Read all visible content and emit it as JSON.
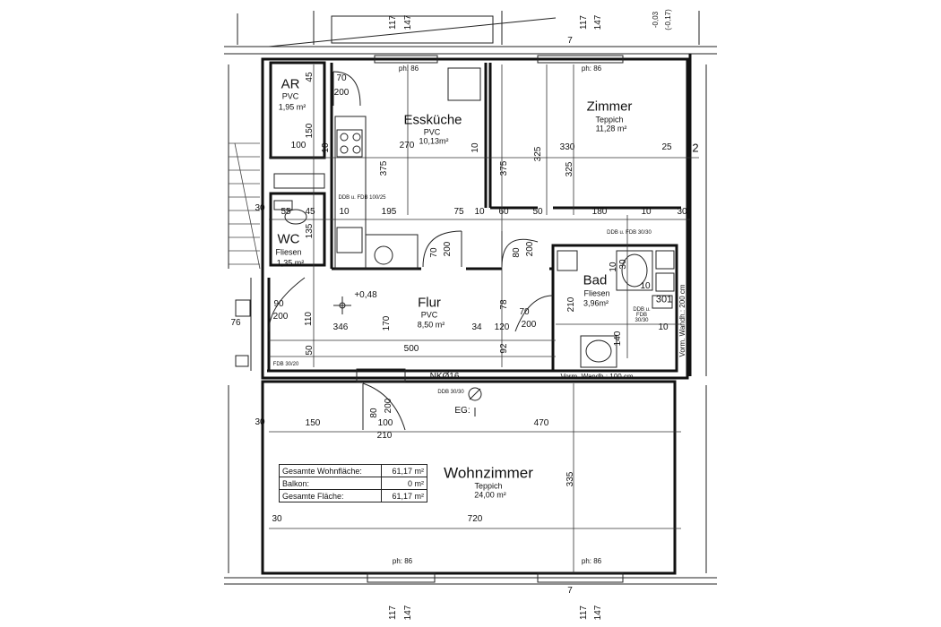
{
  "rooms": {
    "ar": {
      "name": "AR",
      "floor": "PVC",
      "area": "1,95 m²"
    },
    "esskueche": {
      "name": "Essküche",
      "floor": "PVC",
      "area": "10,13m²"
    },
    "zimmer": {
      "name": "Zimmer",
      "floor": "Teppich",
      "area": "11,28 m²"
    },
    "wc": {
      "name": "WC",
      "floor": "Fliesen",
      "area": "1,35 m²"
    },
    "flur": {
      "name": "Flur",
      "floor": "PVC",
      "area": "8,50 m²"
    },
    "bad": {
      "name": "Bad",
      "floor": "Fliesen",
      "area": "3,96m²"
    },
    "wohnzimmer": {
      "name": "Wohnzimmer",
      "floor": "Teppich",
      "area": "24,00 m²"
    }
  },
  "annotations": {
    "ph_top_left": "ph: 86",
    "ph_top_right": "ph: 86",
    "ph_bottom_left": "ph: 86",
    "ph_bottom_right": "ph: 86",
    "level": "+0,48",
    "nk": "NKØ16",
    "eg": "EG:",
    "ddb_kitchen": "DDB u. FDB 100/25",
    "ddb_bad": "DDB u. FDB 30/30",
    "ddb_bad_right": "DDB u. FDB 30/30",
    "ddb_eg": "DDB 30/30",
    "fdb_flur": "FDB 30/20",
    "vorm_bad": "Vorm. Wandh.: 100 cm",
    "vorm_zimmer": "Vorm. Wandh.: 200 cm",
    "top_elev_a": "-0,03",
    "top_elev_b": "(-0,17)"
  },
  "dimensions": {
    "d45a": "45",
    "d70a": "70",
    "d200a": "200",
    "d150a": "150",
    "d100a": "100",
    "d10a": "10",
    "d270": "270",
    "d375a": "375",
    "d325a": "325",
    "d330": "330",
    "d375b": "375",
    "d325b": "325",
    "d25a": "25",
    "d2": "2",
    "d10b": "10",
    "d30a": "30",
    "d55": "55",
    "d45b": "45",
    "d10c": "10",
    "d195": "195",
    "d75": "75",
    "d10d": "10",
    "d60": "60",
    "d50a": "50",
    "d180": "180",
    "d10e": "10",
    "d30b": "30",
    "d135": "135",
    "d70b": "70",
    "d200b": "200",
    "d80a": "80",
    "d200c": "200",
    "d10f": "10",
    "d30c": "30",
    "d10g": "10",
    "d301": "301",
    "d90": "90",
    "d200d": "200",
    "d110": "110",
    "d346": "346",
    "d170": "170",
    "d34": "34",
    "d120": "120",
    "d78": "78",
    "d70c": "70",
    "d200e": "200",
    "d210a": "210",
    "d140": "140",
    "d10h": "10",
    "d50b": "50",
    "d500": "500",
    "d92": "92",
    "d76": "76",
    "d80b": "80",
    "d200f": "200",
    "d30d": "30",
    "d150b": "150",
    "d100b": "100",
    "d210b": "210",
    "d470": "470",
    "d335": "335",
    "d30e": "30",
    "d720": "720",
    "d117a": "117",
    "d147a": "147",
    "d117b": "117",
    "d147b": "147",
    "d7a": "7",
    "d117c": "117",
    "d147c": "147",
    "d117d": "117",
    "d147d": "147",
    "d7b": "7"
  },
  "area_table": [
    {
      "label": "Gesamte Wohnfläche:",
      "value": "61,17 m²"
    },
    {
      "label": "Balkon:",
      "value": "0 m²"
    },
    {
      "label": "Gesamte Fläche:",
      "value": "61,17 m²"
    }
  ]
}
